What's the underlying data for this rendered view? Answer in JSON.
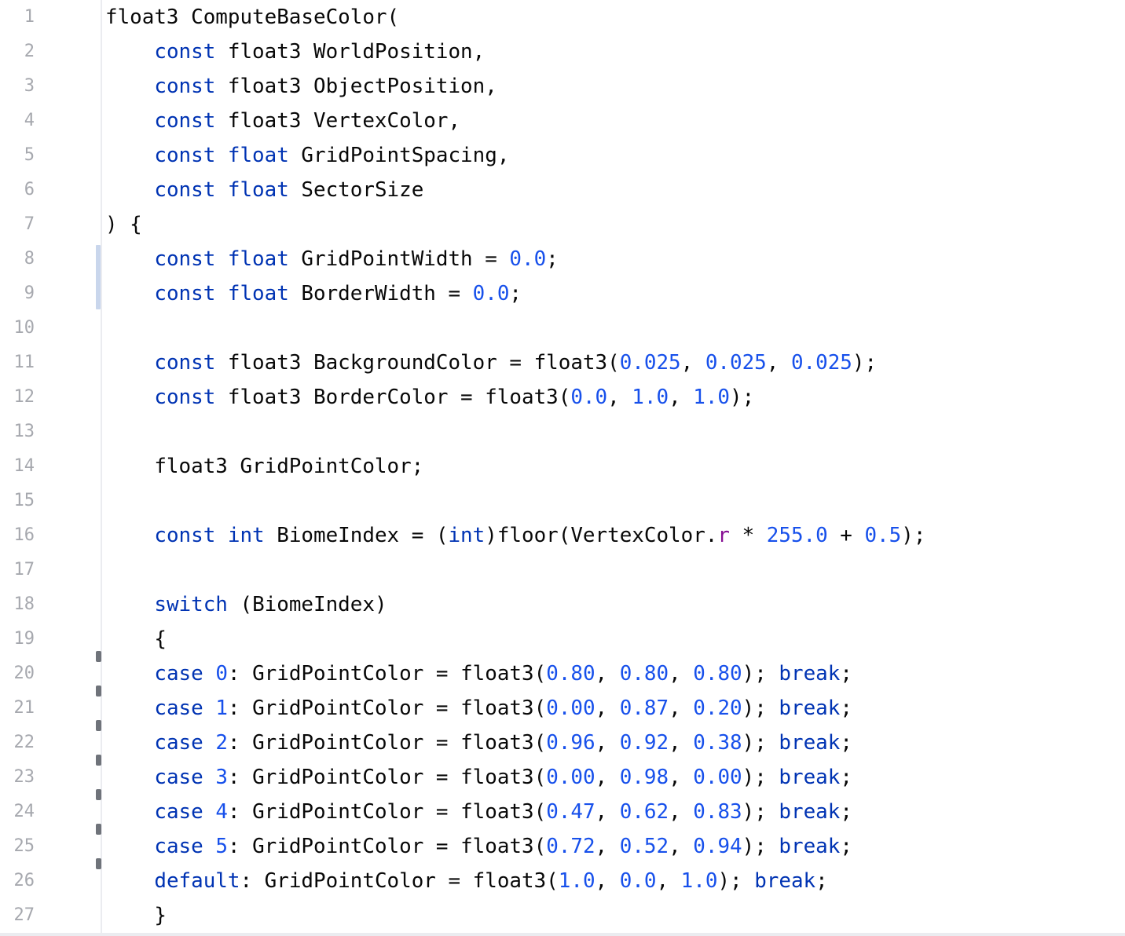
{
  "editor": {
    "lines": [
      {
        "number": "1",
        "tokens": [
          {
            "t": "float3 ComputeBaseColor(",
            "c": "plain"
          }
        ]
      },
      {
        "number": "2",
        "tokens": [
          {
            "t": "    ",
            "c": "plain"
          },
          {
            "t": "const",
            "c": "kw"
          },
          {
            "t": " float3 WorldPosition,",
            "c": "plain"
          }
        ]
      },
      {
        "number": "3",
        "tokens": [
          {
            "t": "    ",
            "c": "plain"
          },
          {
            "t": "const",
            "c": "kw"
          },
          {
            "t": " float3 ObjectPosition,",
            "c": "plain"
          }
        ]
      },
      {
        "number": "4",
        "tokens": [
          {
            "t": "    ",
            "c": "plain"
          },
          {
            "t": "const",
            "c": "kw"
          },
          {
            "t": " float3 VertexColor,",
            "c": "plain"
          }
        ]
      },
      {
        "number": "5",
        "tokens": [
          {
            "t": "    ",
            "c": "plain"
          },
          {
            "t": "const float",
            "c": "kw"
          },
          {
            "t": " GridPointSpacing,",
            "c": "plain"
          }
        ]
      },
      {
        "number": "6",
        "tokens": [
          {
            "t": "    ",
            "c": "plain"
          },
          {
            "t": "const float",
            "c": "kw"
          },
          {
            "t": " SectorSize",
            "c": "plain"
          }
        ]
      },
      {
        "number": "7",
        "tokens": [
          {
            "t": ") {",
            "c": "plain"
          }
        ]
      },
      {
        "number": "8",
        "tokens": [
          {
            "t": "    ",
            "c": "plain"
          },
          {
            "t": "const float",
            "c": "kw"
          },
          {
            "t": " GridPointWidth = ",
            "c": "plain"
          },
          {
            "t": "0.0",
            "c": "num"
          },
          {
            "t": ";",
            "c": "plain"
          }
        ]
      },
      {
        "number": "9",
        "tokens": [
          {
            "t": "    ",
            "c": "plain"
          },
          {
            "t": "const float",
            "c": "kw"
          },
          {
            "t": " BorderWidth = ",
            "c": "plain"
          },
          {
            "t": "0.0",
            "c": "num"
          },
          {
            "t": ";",
            "c": "plain"
          }
        ]
      },
      {
        "number": "10",
        "tokens": []
      },
      {
        "number": "11",
        "tokens": [
          {
            "t": "    ",
            "c": "plain"
          },
          {
            "t": "const",
            "c": "kw"
          },
          {
            "t": " float3 BackgroundColor = float3(",
            "c": "plain"
          },
          {
            "t": "0.025",
            "c": "num"
          },
          {
            "t": ", ",
            "c": "plain"
          },
          {
            "t": "0.025",
            "c": "num"
          },
          {
            "t": ", ",
            "c": "plain"
          },
          {
            "t": "0.025",
            "c": "num"
          },
          {
            "t": ");",
            "c": "plain"
          }
        ]
      },
      {
        "number": "12",
        "tokens": [
          {
            "t": "    ",
            "c": "plain"
          },
          {
            "t": "const",
            "c": "kw"
          },
          {
            "t": " float3 BorderColor = float3(",
            "c": "plain"
          },
          {
            "t": "0.0",
            "c": "num"
          },
          {
            "t": ", ",
            "c": "plain"
          },
          {
            "t": "1.0",
            "c": "num"
          },
          {
            "t": ", ",
            "c": "plain"
          },
          {
            "t": "1.0",
            "c": "num"
          },
          {
            "t": ");",
            "c": "plain"
          }
        ]
      },
      {
        "number": "13",
        "tokens": []
      },
      {
        "number": "14",
        "tokens": [
          {
            "t": "    float3 GridPointColor;",
            "c": "plain"
          }
        ]
      },
      {
        "number": "15",
        "tokens": []
      },
      {
        "number": "16",
        "tokens": [
          {
            "t": "    ",
            "c": "plain"
          },
          {
            "t": "const int",
            "c": "kw"
          },
          {
            "t": " BiomeIndex = (",
            "c": "plain"
          },
          {
            "t": "int",
            "c": "kw"
          },
          {
            "t": ")floor(VertexColor.",
            "c": "plain"
          },
          {
            "t": "r",
            "c": "field"
          },
          {
            "t": " * ",
            "c": "plain"
          },
          {
            "t": "255.0",
            "c": "num"
          },
          {
            "t": " + ",
            "c": "plain"
          },
          {
            "t": "0.5",
            "c": "num"
          },
          {
            "t": ");",
            "c": "plain"
          }
        ]
      },
      {
        "number": "17",
        "tokens": []
      },
      {
        "number": "18",
        "tokens": [
          {
            "t": "    ",
            "c": "plain"
          },
          {
            "t": "switch",
            "c": "kw"
          },
          {
            "t": " (BiomeIndex)",
            "c": "plain"
          }
        ]
      },
      {
        "number": "19",
        "tokens": [
          {
            "t": "    {",
            "c": "plain"
          }
        ]
      },
      {
        "number": "20",
        "tokens": [
          {
            "t": "    ",
            "c": "plain"
          },
          {
            "t": "case",
            "c": "kw"
          },
          {
            "t": " ",
            "c": "plain"
          },
          {
            "t": "0",
            "c": "num"
          },
          {
            "t": ": GridPointColor = float3(",
            "c": "plain"
          },
          {
            "t": "0.80",
            "c": "num"
          },
          {
            "t": ", ",
            "c": "plain"
          },
          {
            "t": "0.80",
            "c": "num"
          },
          {
            "t": ", ",
            "c": "plain"
          },
          {
            "t": "0.80",
            "c": "num"
          },
          {
            "t": "); ",
            "c": "plain"
          },
          {
            "t": "break",
            "c": "kw"
          },
          {
            "t": ";",
            "c": "plain"
          }
        ]
      },
      {
        "number": "21",
        "tokens": [
          {
            "t": "    ",
            "c": "plain"
          },
          {
            "t": "case",
            "c": "kw"
          },
          {
            "t": " ",
            "c": "plain"
          },
          {
            "t": "1",
            "c": "num"
          },
          {
            "t": ": GridPointColor = float3(",
            "c": "plain"
          },
          {
            "t": "0.00",
            "c": "num"
          },
          {
            "t": ", ",
            "c": "plain"
          },
          {
            "t": "0.87",
            "c": "num"
          },
          {
            "t": ", ",
            "c": "plain"
          },
          {
            "t": "0.20",
            "c": "num"
          },
          {
            "t": "); ",
            "c": "plain"
          },
          {
            "t": "break",
            "c": "kw"
          },
          {
            "t": ";",
            "c": "plain"
          }
        ]
      },
      {
        "number": "22",
        "tokens": [
          {
            "t": "    ",
            "c": "plain"
          },
          {
            "t": "case",
            "c": "kw"
          },
          {
            "t": " ",
            "c": "plain"
          },
          {
            "t": "2",
            "c": "num"
          },
          {
            "t": ": GridPointColor = float3(",
            "c": "plain"
          },
          {
            "t": "0.96",
            "c": "num"
          },
          {
            "t": ", ",
            "c": "plain"
          },
          {
            "t": "0.92",
            "c": "num"
          },
          {
            "t": ", ",
            "c": "plain"
          },
          {
            "t": "0.38",
            "c": "num"
          },
          {
            "t": "); ",
            "c": "plain"
          },
          {
            "t": "break",
            "c": "kw"
          },
          {
            "t": ";",
            "c": "plain"
          }
        ]
      },
      {
        "number": "23",
        "tokens": [
          {
            "t": "    ",
            "c": "plain"
          },
          {
            "t": "case",
            "c": "kw"
          },
          {
            "t": " ",
            "c": "plain"
          },
          {
            "t": "3",
            "c": "num"
          },
          {
            "t": ": GridPointColor = float3(",
            "c": "plain"
          },
          {
            "t": "0.00",
            "c": "num"
          },
          {
            "t": ", ",
            "c": "plain"
          },
          {
            "t": "0.98",
            "c": "num"
          },
          {
            "t": ", ",
            "c": "plain"
          },
          {
            "t": "0.00",
            "c": "num"
          },
          {
            "t": "); ",
            "c": "plain"
          },
          {
            "t": "break",
            "c": "kw"
          },
          {
            "t": ";",
            "c": "plain"
          }
        ]
      },
      {
        "number": "24",
        "tokens": [
          {
            "t": "    ",
            "c": "plain"
          },
          {
            "t": "case",
            "c": "kw"
          },
          {
            "t": " ",
            "c": "plain"
          },
          {
            "t": "4",
            "c": "num"
          },
          {
            "t": ": GridPointColor = float3(",
            "c": "plain"
          },
          {
            "t": "0.47",
            "c": "num"
          },
          {
            "t": ", ",
            "c": "plain"
          },
          {
            "t": "0.62",
            "c": "num"
          },
          {
            "t": ", ",
            "c": "plain"
          },
          {
            "t": "0.83",
            "c": "num"
          },
          {
            "t": "); ",
            "c": "plain"
          },
          {
            "t": "break",
            "c": "kw"
          },
          {
            "t": ";",
            "c": "plain"
          }
        ]
      },
      {
        "number": "25",
        "tokens": [
          {
            "t": "    ",
            "c": "plain"
          },
          {
            "t": "case",
            "c": "kw"
          },
          {
            "t": " ",
            "c": "plain"
          },
          {
            "t": "5",
            "c": "num"
          },
          {
            "t": ": GridPointColor = float3(",
            "c": "plain"
          },
          {
            "t": "0.72",
            "c": "num"
          },
          {
            "t": ", ",
            "c": "plain"
          },
          {
            "t": "0.52",
            "c": "num"
          },
          {
            "t": ", ",
            "c": "plain"
          },
          {
            "t": "0.94",
            "c": "num"
          },
          {
            "t": "); ",
            "c": "plain"
          },
          {
            "t": "break",
            "c": "kw"
          },
          {
            "t": ";",
            "c": "plain"
          }
        ]
      },
      {
        "number": "26",
        "tokens": [
          {
            "t": "    ",
            "c": "plain"
          },
          {
            "t": "default",
            "c": "kw"
          },
          {
            "t": ": GridPointColor = float3(",
            "c": "plain"
          },
          {
            "t": "1.0",
            "c": "num"
          },
          {
            "t": ", ",
            "c": "plain"
          },
          {
            "t": "0.0",
            "c": "num"
          },
          {
            "t": ", ",
            "c": "plain"
          },
          {
            "t": "1.0",
            "c": "num"
          },
          {
            "t": "); ",
            "c": "plain"
          },
          {
            "t": "break",
            "c": "kw"
          },
          {
            "t": ";",
            "c": "plain"
          }
        ]
      },
      {
        "number": "27",
        "tokens": [
          {
            "t": "    }",
            "c": "plain"
          }
        ]
      }
    ]
  },
  "theme": {
    "keyword_color": "#0033b3",
    "number_color": "#1750eb",
    "text_color": "#080808",
    "field_color": "#871094",
    "line_number_color": "#a6a8ae",
    "change_marker_color": "#c9d6ec"
  }
}
